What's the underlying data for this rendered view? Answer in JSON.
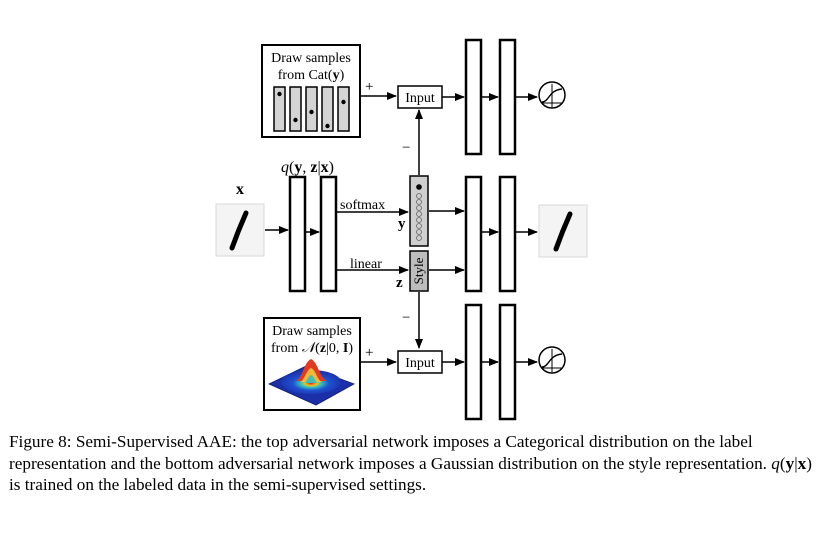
{
  "diagram": {
    "top_sampler_label": "Draw samples",
    "top_sampler_label_2": "from Cat(y)",
    "bottom_sampler_label": "Draw samples",
    "bottom_sampler_label_2": "from N(z|0, I)",
    "plus_sign": "+",
    "minus_sign": "−",
    "input_label": "Input",
    "encoder_label": "q(y, z|x)",
    "x_label": "x",
    "softmax_label": "softmax",
    "linear_label": "linear",
    "y_label": "y",
    "z_label": "z",
    "style_label": "Style"
  },
  "caption": {
    "lead": "Figure 8: Semi-Supervised AAE: the top adversarial network imposes a Categorical distribution on the label representation and the bottom adversarial network imposes a Gaussian distribution on the style representation.",
    "math": "q(y|x)",
    "tail": "is trained on the labeled data in the semi-supervised settings."
  },
  "colors": {
    "stroke": "#000000",
    "cell_fill": "#cfcfcf",
    "style_fill": "#bdbdbd",
    "gauss_base": "#1a2fa8",
    "gauss_peak": "#d8261a"
  }
}
